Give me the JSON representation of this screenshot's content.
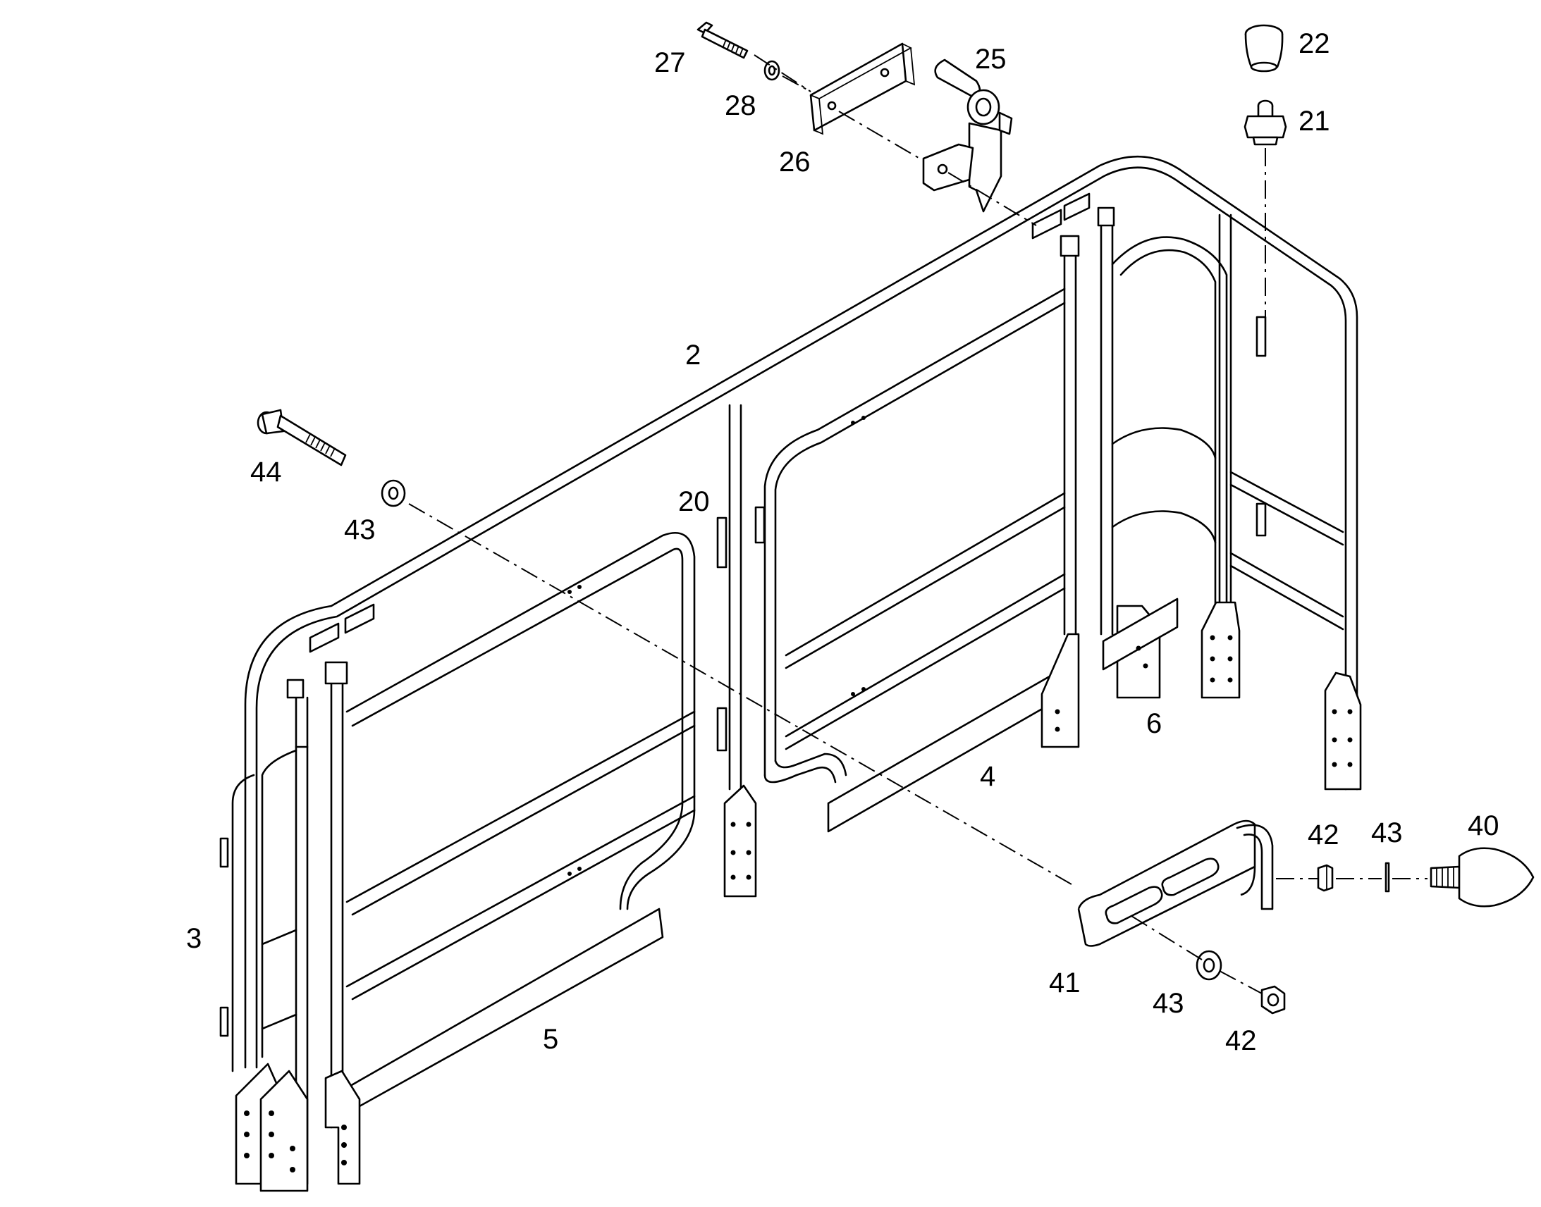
{
  "callouts": [
    {
      "id": "c2",
      "label": "2"
    },
    {
      "id": "c3",
      "label": "3"
    },
    {
      "id": "c4",
      "label": "4"
    },
    {
      "id": "c5",
      "label": "5"
    },
    {
      "id": "c6",
      "label": "6"
    },
    {
      "id": "c20",
      "label": "20"
    },
    {
      "id": "c21",
      "label": "21"
    },
    {
      "id": "c22",
      "label": "22"
    },
    {
      "id": "c25",
      "label": "25"
    },
    {
      "id": "c26",
      "label": "26"
    },
    {
      "id": "c27",
      "label": "27"
    },
    {
      "id": "c28",
      "label": "28"
    },
    {
      "id": "c40",
      "label": "40"
    },
    {
      "id": "c41",
      "label": "41"
    },
    {
      "id": "c42a",
      "label": "42"
    },
    {
      "id": "c42b",
      "label": "42"
    },
    {
      "id": "c43a",
      "label": "43"
    },
    {
      "id": "c43b",
      "label": "43"
    },
    {
      "id": "c43c",
      "label": "43"
    },
    {
      "id": "c44",
      "label": "44"
    }
  ]
}
